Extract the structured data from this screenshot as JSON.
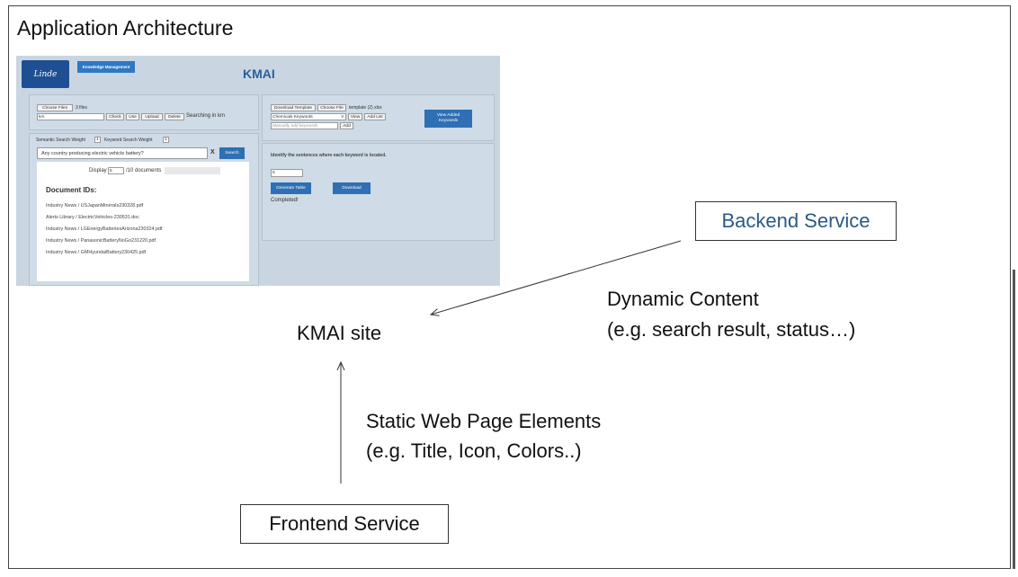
{
  "slide": {
    "title": "Application Architecture",
    "kmai_site_label": "KMAI site",
    "backend_label": "Backend Service",
    "frontend_label": "Frontend Service",
    "dynamic_line1": "Dynamic Content",
    "dynamic_line2": "(e.g. search result, status…)",
    "static_line1": "Static Web Page Elements",
    "static_line2": "(e.g. Title, Icon, Colors..)"
  },
  "kmai": {
    "logo_text": "Linde",
    "badge": "Knowledge Management",
    "title": "KMAI",
    "left": {
      "choose_files": "Choose Files",
      "files_count": "3 files",
      "input_value": "km",
      "check": "Check",
      "use": "Use",
      "upload": "Upload",
      "delete": "Delete",
      "searching": "Searching in km",
      "semantic_weight_label": "Semantic Search Weight",
      "semantic_weight_value": "1",
      "keyword_weight_label": "Keyword Search Weight",
      "keyword_weight_value": "1",
      "query": "Any country producing electric vehicle battery?",
      "clear": "X",
      "search": "Search",
      "display_prefix": "Display",
      "display_value": "5",
      "display_suffix": "/10 documents",
      "doc_heading": "Document IDs:",
      "documents": [
        "Industry News / USJapanMinerals230328.pdf",
        "Alerts Library / ElectricVehicles-230531.doc",
        "Industry News / LGEnergyBatteriesArizona230324.pdf",
        "Industry News / PanasonicBatteryNoGo231220.pdf",
        "Industry News / GMHyundaiBattery230425.pdf"
      ]
    },
    "right": {
      "download_template": "Download Template",
      "choose_file": "Choose File",
      "file_name": "template (2).xlsx",
      "keyword_select": "Chemicals Keywords",
      "view": "View",
      "add_list": "Add List",
      "manual_placeholder": "Manually add keywords",
      "add": "Add",
      "view_added": "View Added Keywords",
      "identify": "Identify the sentences where each keyword is located.",
      "num_value": "5",
      "generate": "Generate Table",
      "download": "Download",
      "status": "Completed!"
    }
  }
}
